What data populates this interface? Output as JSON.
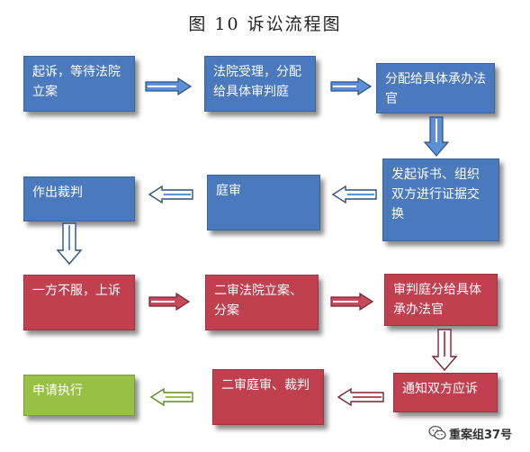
{
  "title": "图 10  诉讼流程图",
  "nodes": {
    "n1": "起诉，等待法院立案",
    "n2": "法院受理，分配给具体审判庭",
    "n3": "分配给具体承办法官",
    "n4": "发起诉书、组织双方进行证据交换",
    "n5": "庭审",
    "n6": "作出裁判",
    "n7": "一方不服，上诉",
    "n8": "二审法院立案、分案",
    "n9": "审判庭分给具体承办法官",
    "n10": "通知双方应诉",
    "n11": "二审庭审、裁判",
    "n12": "申请执行"
  },
  "watermark": {
    "text": "重案组37号",
    "icon": "wechat-icon"
  },
  "colors": {
    "blue": "#4a79bd",
    "red": "#c1404f",
    "green": "#97c044"
  }
}
